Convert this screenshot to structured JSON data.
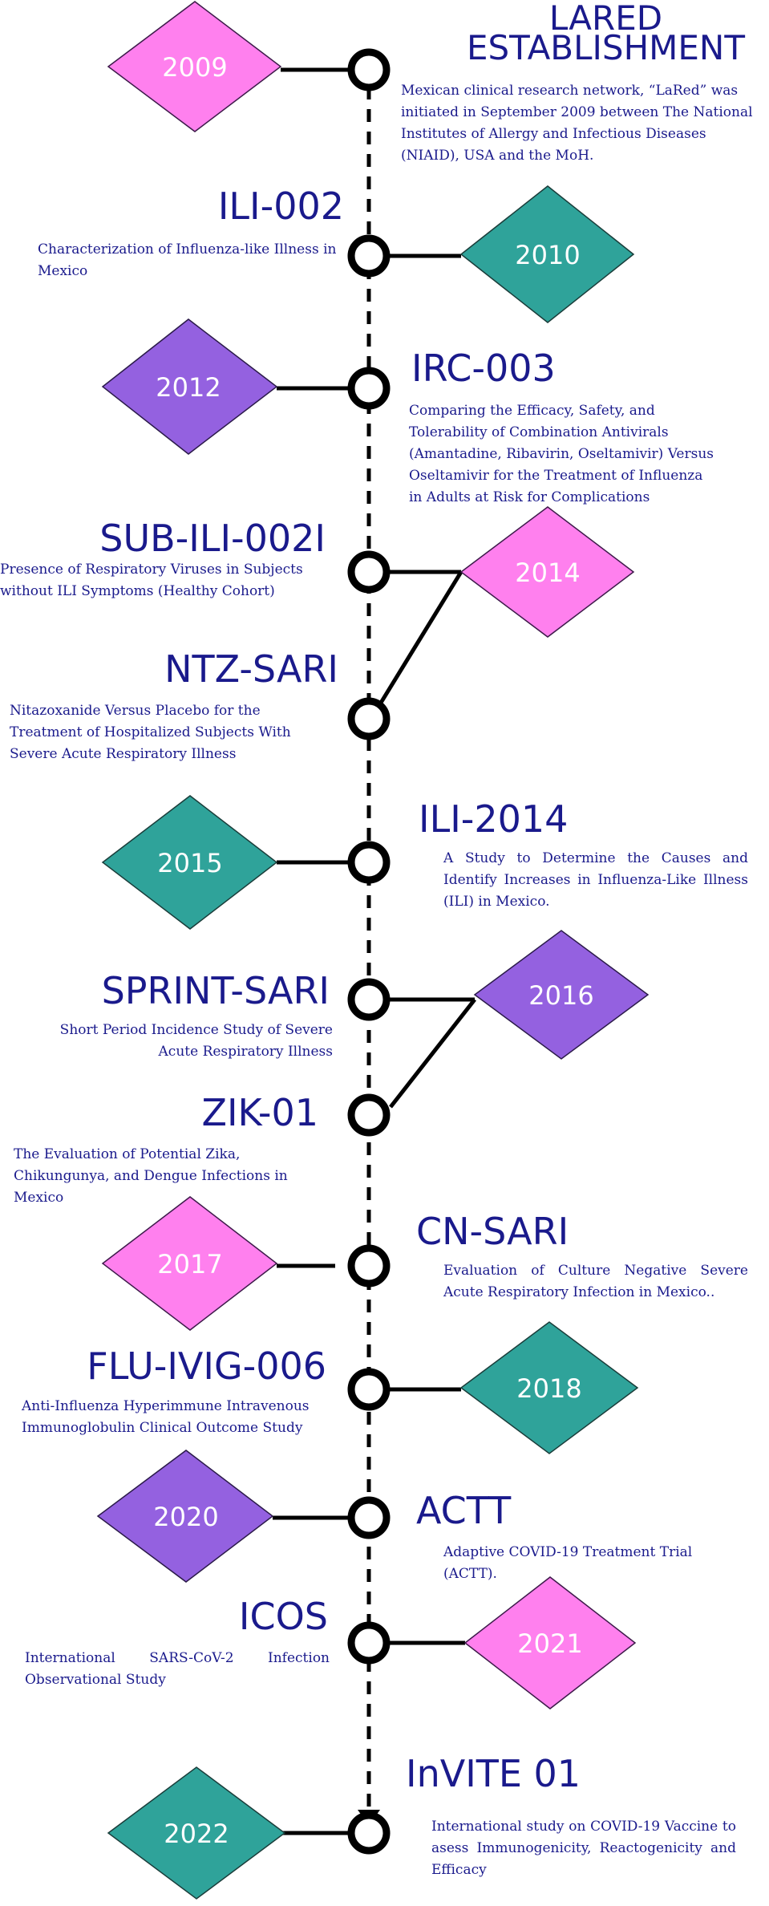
{
  "colors": {
    "pink": "#ff80ee",
    "teal": "#2fa39a",
    "purple": "#9461e0",
    "navy": "#1a1a8c",
    "line": "#000000"
  },
  "events": [
    {
      "year": "2009",
      "color": "pink",
      "title": "LARED ESTABLISHMENT",
      "title_lines": [
        "LARED",
        "ESTABLISHMENT"
      ],
      "desc": "Mexican clinical research network, “LaRed” was initiated in September 2009 between The National Institutes of Allergy and Infectious Diseases (NIAID), USA and the MoH."
    },
    {
      "year": "2010",
      "color": "teal",
      "title": "ILI-002",
      "desc": "Characterization of Influenza-like Illness in Mexico"
    },
    {
      "year": "2012",
      "color": "purple",
      "title": "IRC-003",
      "desc": "Comparing the Efficacy, Safety, and Tolerability of Combination Antivirals (Amantadine, Ribavirin, Oseltamivir) Versus Oseltamivir for the Treatment of Influenza in Adults at Risk for Complications"
    },
    {
      "year": "2014",
      "color": "pink",
      "title": "SUB-ILI-002I",
      "desc": "Presence of Respiratory Viruses in Subjects without ILI Symptoms (Healthy Cohort)"
    },
    {
      "year": "2014",
      "color": "pink",
      "title": "NTZ-SARI",
      "desc": "Nitazoxanide Versus Placebo for the Treatment of Hospitalized Subjects With Severe Acute Respiratory Illness"
    },
    {
      "year": "2015",
      "color": "teal",
      "title": "ILI-2014",
      "desc": "A Study to Determine the Causes and Identify Increases in Influenza-Like Illness (ILI) in Mexico."
    },
    {
      "year": "2016",
      "color": "purple",
      "title": "SPRINT-SARI",
      "desc": "Short Period Incidence Study of Severe Acute Respiratory Illness"
    },
    {
      "year": "2016",
      "color": "purple",
      "title": "ZIK-01",
      "desc": "The Evaluation of Potential Zika, Chikungunya, and Dengue Infections in Mexico"
    },
    {
      "year": "2017",
      "color": "pink",
      "title": "CN-SARI",
      "desc": "Evaluation of Culture Negative Severe Acute Respiratory Infection in Mexico.."
    },
    {
      "year": "2018",
      "color": "teal",
      "title": "FLU-IVIG-006",
      "desc": "Anti-Influenza Hyperimmune Intravenous Immunoglobulin Clinical Outcome Study"
    },
    {
      "year": "2020",
      "color": "purple",
      "title": "ACTT",
      "desc": "Adaptive COVID-19 Treatment Trial (ACTT)."
    },
    {
      "year": "2021",
      "color": "pink",
      "title": "ICOS",
      "desc": "International SARS-CoV-2 Infection Observational Study"
    },
    {
      "year": "2022",
      "color": "teal",
      "title": "InVITE 01",
      "desc": "International study on COVID-19 Vaccine to asess Immunogenicity, Reactogenicity and Efficacy"
    }
  ]
}
